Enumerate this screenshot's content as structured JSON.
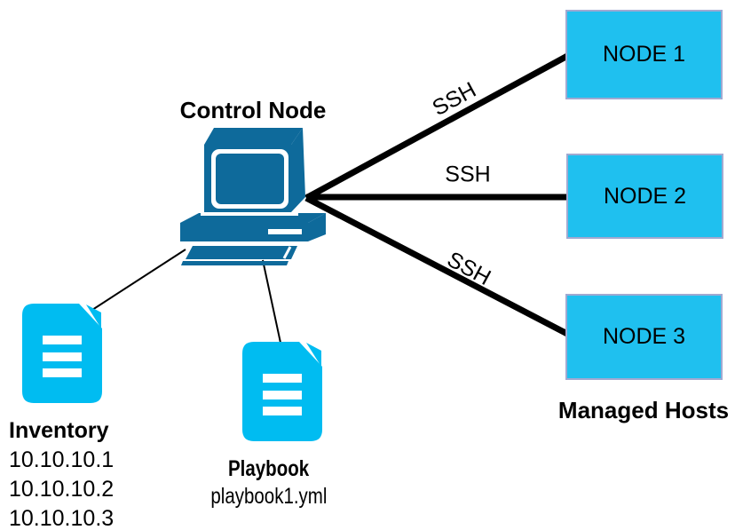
{
  "control_node": {
    "label": "Control Node",
    "icon": "desktop-computer-icon"
  },
  "inventory": {
    "label": "Inventory",
    "icon": "document-icon",
    "hosts": [
      "10.10.10.1",
      "10.10.10.2",
      "10.10.10.3"
    ]
  },
  "playbook": {
    "label": "Playbook",
    "file": "playbook1.yml",
    "icon": "document-icon"
  },
  "connections": [
    {
      "label": "SSH"
    },
    {
      "label": "SSH"
    },
    {
      "label": "SSH"
    }
  ],
  "managed_hosts": {
    "caption": "Managed Hosts",
    "nodes": [
      {
        "label": "NODE 1"
      },
      {
        "label": "NODE 2"
      },
      {
        "label": "NODE 3"
      }
    ]
  },
  "colors": {
    "computer_blue": "#0e6a9b",
    "doc_cyan": "#00bcf1",
    "node_fill": "#1fc0ef",
    "node_border": "#a0a9d1",
    "line": "#000000"
  }
}
